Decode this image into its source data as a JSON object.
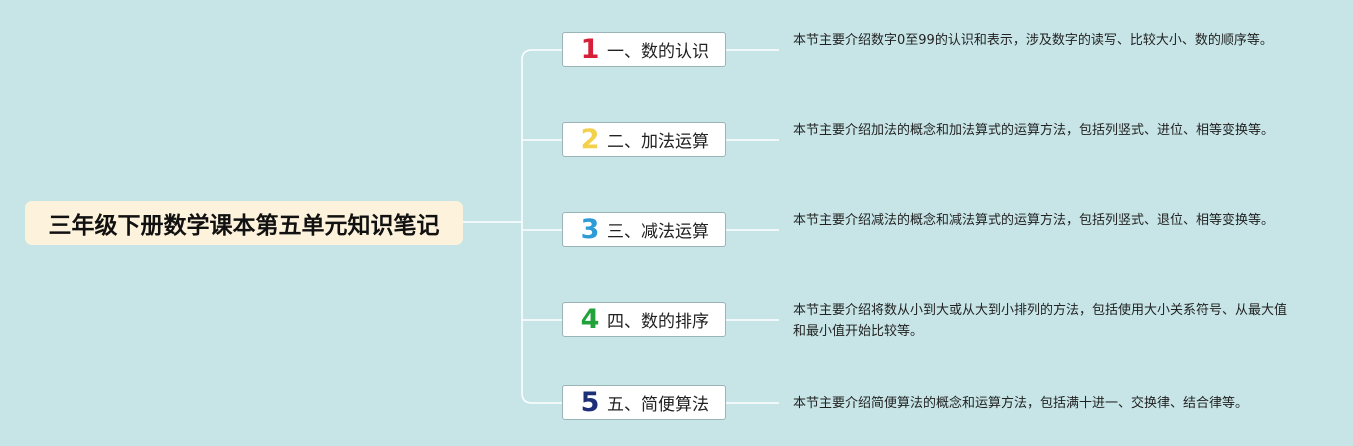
{
  "root": {
    "title": "三年级下册数学课本第五单元知识笔记"
  },
  "branches": [
    {
      "number": "1",
      "number_color": "#d6203a",
      "label": "一、数的认识",
      "description": "本节主要介绍数字0至99的认识和表示，涉及数字的读写、比较大小、数的顺序等。"
    },
    {
      "number": "2",
      "number_color": "#f2d14c",
      "label": "二、加法运算",
      "description": "本节主要介绍加法的概念和加法算式的运算方法，包括列竖式、进位、相等变换等。"
    },
    {
      "number": "3",
      "number_color": "#2c9bd6",
      "label": "三、减法运算",
      "description": "本节主要介绍减法的概念和减法算式的运算方法，包括列竖式、退位、相等变换等。"
    },
    {
      "number": "4",
      "number_color": "#22a23a",
      "label": "四、数的排序",
      "description": "本节主要介绍将数从小到大或从大到小排列的方法，包括使用大小关系符号、从最大值和最小值开始比较等。"
    },
    {
      "number": "5",
      "number_color": "#1e2f7a",
      "label": "五、简便算法",
      "description": "本节主要介绍简便算法的概念和运算方法，包括满十进一、交换律、结合律等。"
    }
  ],
  "colors": {
    "background": "#c7e5e7",
    "root_fill": "#fdf3dc",
    "connector": "#ffffff"
  }
}
